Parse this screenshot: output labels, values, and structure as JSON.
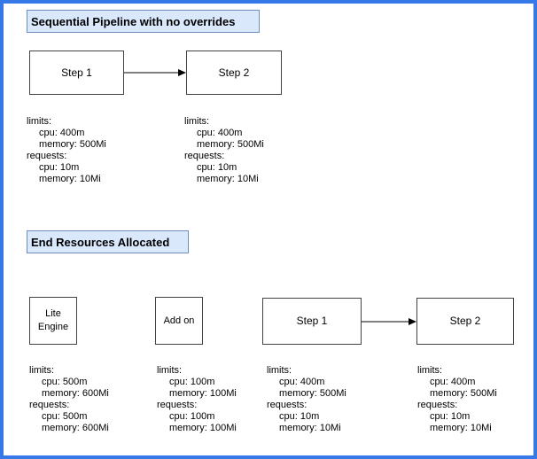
{
  "colors": {
    "page_border": "#3778E8",
    "title_fill": "#DAE8FC",
    "title_border": "#6C8EBF",
    "node_fill": "#FFFFFF",
    "node_border": "#424242",
    "text": "#000000",
    "arrow": "#000000"
  },
  "sections": [
    {
      "title": "Sequential Pipeline with no overrides",
      "nodes": [
        {
          "label": "Step 1",
          "resources": {
            "limits_label": "limits:",
            "limits_cpu": "cpu: 400m",
            "limits_memory": "memory: 500Mi",
            "requests_label": "requests:",
            "requests_cpu": "cpu: 10m",
            "requests_memory": "memory: 10Mi"
          }
        },
        {
          "label": "Step 2",
          "resources": {
            "limits_label": "limits:",
            "limits_cpu": "cpu: 400m",
            "limits_memory": "memory: 500Mi",
            "requests_label": "requests:",
            "requests_cpu": "cpu: 10m",
            "requests_memory": "memory: 10Mi"
          }
        }
      ]
    },
    {
      "title": "End Resources Allocated",
      "nodes": [
        {
          "label": "Lite Engine",
          "resources": {
            "limits_label": "limits:",
            "limits_cpu": "cpu: 500m",
            "limits_memory": "memory: 600Mi",
            "requests_label": "requests:",
            "requests_cpu": "cpu: 500m",
            "requests_memory": "memory: 600Mi"
          }
        },
        {
          "label": "Add on",
          "resources": {
            "limits_label": "limits:",
            "limits_cpu": "cpu: 100m",
            "limits_memory": "memory: 100Mi",
            "requests_label": "requests:",
            "requests_cpu": "cpu: 100m",
            "requests_memory": "memory: 100Mi"
          }
        },
        {
          "label": "Step 1",
          "resources": {
            "limits_label": "limits:",
            "limits_cpu": "cpu: 400m",
            "limits_memory": "memory: 500Mi",
            "requests_label": "requests:",
            "requests_cpu": "cpu: 10m",
            "requests_memory": "memory: 10Mi"
          }
        },
        {
          "label": "Step 2",
          "resources": {
            "limits_label": "limits:",
            "limits_cpu": "cpu: 400m",
            "limits_memory": "memory: 500Mi",
            "requests_label": "requests:",
            "requests_cpu": "cpu: 10m",
            "requests_memory": "memory: 10Mi"
          }
        }
      ]
    }
  ]
}
